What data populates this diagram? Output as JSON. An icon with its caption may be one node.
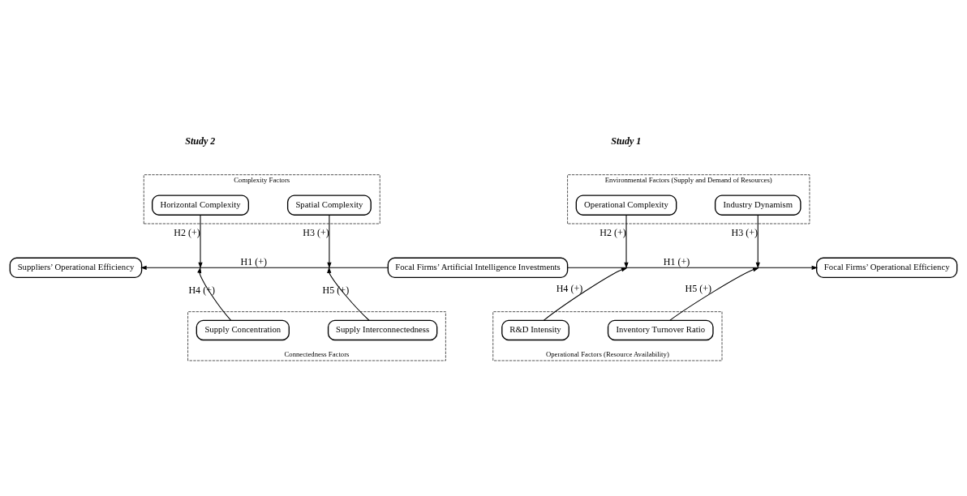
{
  "diagram": {
    "nodes": [
      {
        "text": [
          "Complexity Factors"
        ]
      },
      {
        "text": [
          "Horizontal Complexity"
        ],
        "in": 0
      },
      {
        "text": [
          "Spatial Complexity"
        ],
        "in": 0
      },
      {
        "text": [
          "Environmental Factors (Supply and Demand of Resources)"
        ]
      },
      {
        "text": [
          "Operational Complexity"
        ],
        "in": 3
      },
      {
        "text": [
          "Industry Dynamism"
        ],
        "in": 3
      },
      {
        "text": [
          "Suppliers’ Operational Efficiency"
        ]
      },
      {
        "text": [
          "Focal Firms’ Artificial Intelligence Investments"
        ]
      },
      {
        "text": [
          "Focal Firms’ Operational Efficiency"
        ]
      },
      {
        "text": [
          "Connectedness Factors"
        ]
      },
      {
        "text": [
          "Supply Concentration"
        ],
        "in": 9
      },
      {
        "text": [
          "Supply Interconnectedness"
        ],
        "in": 9
      },
      {
        "text": [
          "Operational Factors (Resource Availability)"
        ]
      },
      {
        "text": [
          "R&D Intensity"
        ],
        "in": 12
      },
      {
        "text": [
          "Inventory Turnover Ratio"
        ],
        "in": 12
      }
    ],
    "edges": [
      {
        "from": 7,
        "to": 6,
        "arrow": "to",
        "label": "H1 (+)"
      },
      {
        "from": 1,
        "to": null,
        "arrow": "to",
        "label": "H2 (+)"
      },
      {
        "from": 2,
        "to": null,
        "arrow": "to",
        "label": "H3 (+)"
      },
      {
        "from": 10,
        "to": null,
        "arrow": "to",
        "label": "H4 (+)"
      },
      {
        "from": 11,
        "to": null,
        "arrow": "to",
        "label": "H5 (+)"
      },
      {
        "from": 7,
        "to": 8,
        "arrow": "to",
        "label": "H1 (+)"
      },
      {
        "from": 4,
        "to": null,
        "arrow": "to",
        "label": "H2 (+)"
      },
      {
        "from": 5,
        "to": null,
        "arrow": "to",
        "label": "H3 (+)"
      },
      {
        "from": 13,
        "to": null,
        "arrow": "to",
        "label": "H4 (+)"
      },
      {
        "from": 14,
        "to": null,
        "arrow": "to",
        "label": "H5 (+)"
      }
    ],
    "labels": [
      "Study 2",
      "Study 1"
    ]
  }
}
